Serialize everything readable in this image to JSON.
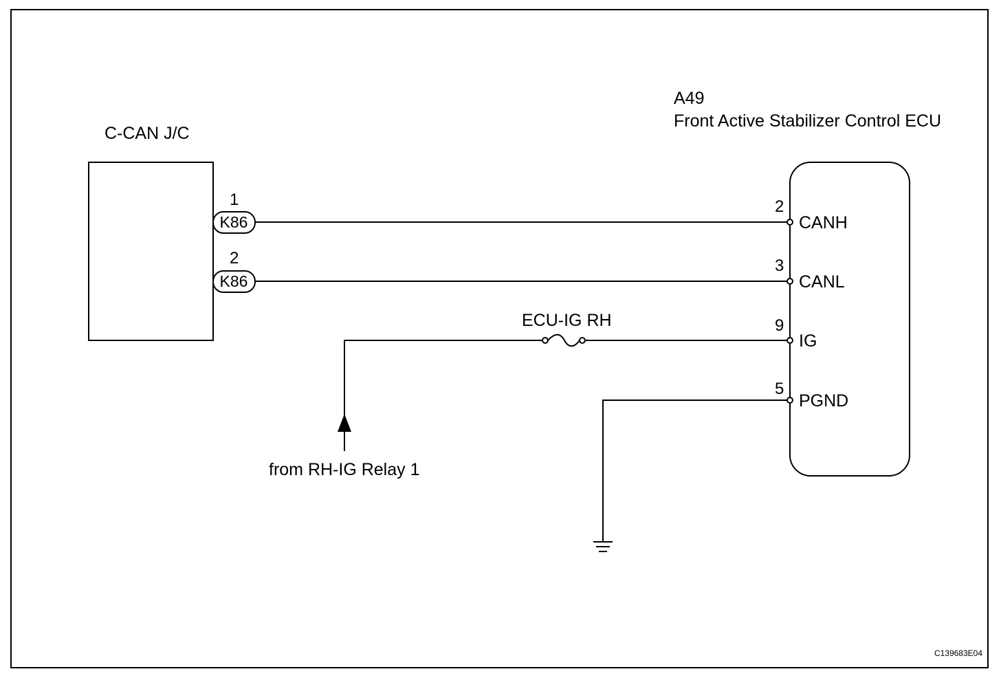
{
  "junction": {
    "name": "C-CAN J/C",
    "connectors": [
      {
        "pin": "1",
        "code": "K86"
      },
      {
        "pin": "2",
        "code": "K86"
      }
    ]
  },
  "ecu": {
    "code": "A49",
    "name": "Front Active Stabilizer Control ECU",
    "pins": [
      {
        "num": "2",
        "signal": "CANH"
      },
      {
        "num": "3",
        "signal": "CANL"
      },
      {
        "num": "9",
        "signal": "IG"
      },
      {
        "num": "5",
        "signal": "PGND"
      }
    ]
  },
  "fuse": {
    "name": "ECU-IG RH"
  },
  "source": {
    "label": "from RH-IG Relay 1"
  },
  "figure_code": "C139683E04"
}
